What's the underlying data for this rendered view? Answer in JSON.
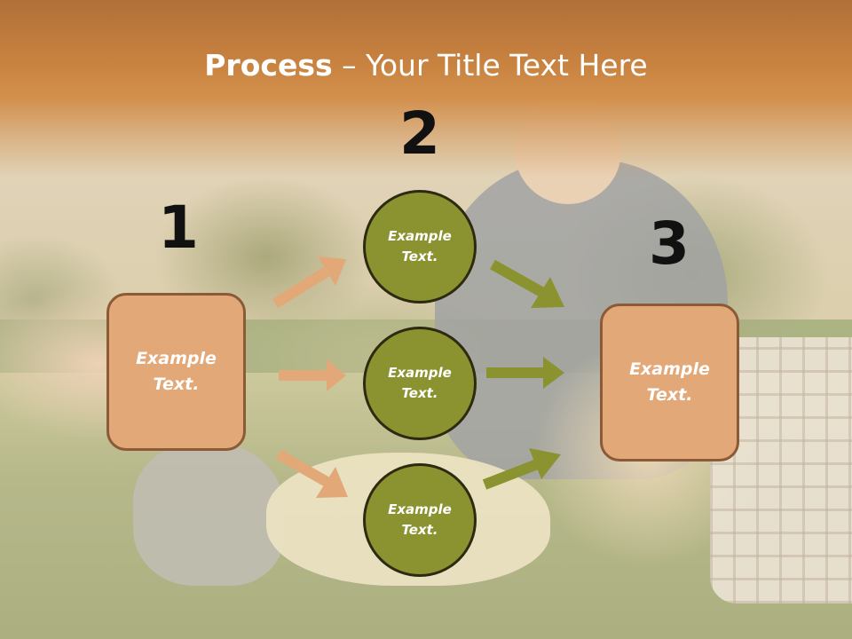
{
  "title": {
    "bold": "Process",
    "rest": " – Your Title Text Here"
  },
  "steps": {
    "one": "1",
    "two": "2",
    "three": "3"
  },
  "boxes": {
    "left": "Example\nText.",
    "right": "Example\nText."
  },
  "circles": [
    {
      "label": "Example\nText."
    },
    {
      "label": "Example\nText."
    },
    {
      "label": "Example\nText."
    }
  ],
  "colors": {
    "title_band": "#c8823f",
    "box_fill": "#e3a878",
    "box_border": "#8b5a36",
    "circle_fill": "#8b9330",
    "circle_border": "#2d2a10",
    "arrow_orange": "#e3a878",
    "arrow_olive": "#8b9330",
    "number_color": "#111111"
  },
  "icons": {
    "arrows": "right-arrow"
  }
}
